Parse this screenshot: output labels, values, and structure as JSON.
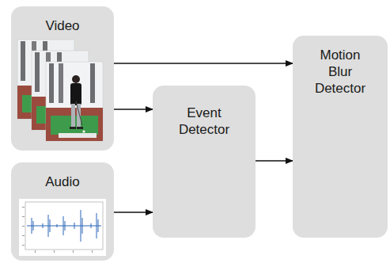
{
  "diagram": {
    "nodes": [
      {
        "text": [
          "Video"
        ]
      },
      {
        "text": [
          "Audio"
        ]
      },
      {
        "text": [
          "Event Detector"
        ]
      },
      {
        "text": [
          "Motion Blur Detector"
        ]
      }
    ],
    "edges": [
      {
        "from": 0,
        "to": 3,
        "arrow": "to"
      },
      {
        "from": 0,
        "to": 2,
        "arrow": "to"
      },
      {
        "from": 1,
        "to": 2,
        "arrow": "to"
      },
      {
        "from": 2,
        "to": 3,
        "arrow": "to"
      }
    ]
  }
}
